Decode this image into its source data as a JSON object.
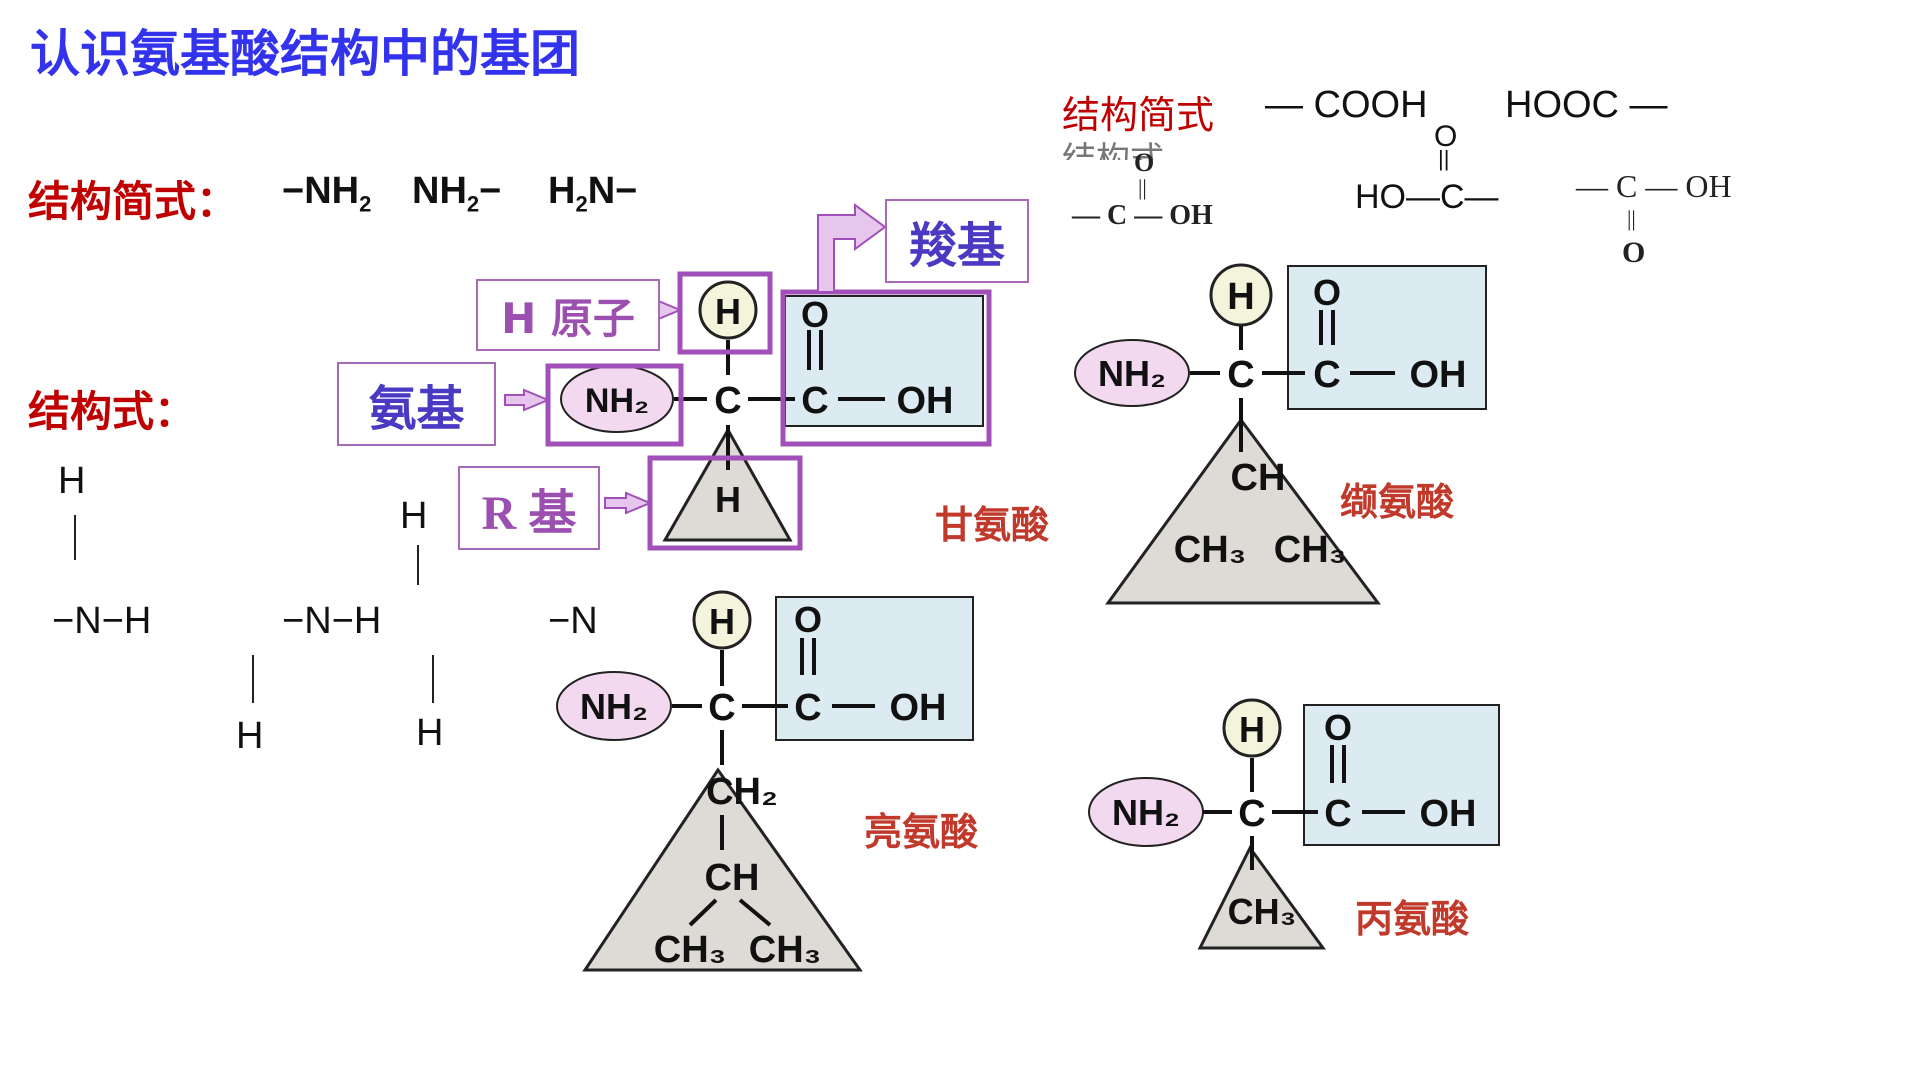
{
  "title": "认识氨基酸结构中的基团",
  "amino_simplified": {
    "label": "结构简式：",
    "forms": [
      "−NH₂",
      "NH₂−",
      "H₂N−"
    ]
  },
  "amino_structural": {
    "label": "结构式：",
    "h_labels": [
      "H",
      "H",
      "H",
      "H"
    ],
    "forms": [
      "−N−H",
      "−N−H",
      "−N"
    ]
  },
  "carboxyl_panel": {
    "simplified_label": "结构简式",
    "structural_label": "结构式",
    "simplified_forms": [
      "— COOH",
      "HOOC —"
    ],
    "structural_forms": [
      "— C — OH",
      "HO—C—",
      "— C — OH"
    ],
    "o_label": "O"
  },
  "group_labels": {
    "carboxyl": "羧基",
    "h_atom": "H 原子",
    "amino": "氨基",
    "r_group": "R 基"
  },
  "molecule_atoms": {
    "H": "H",
    "NH2": "NH₂",
    "C": "C",
    "O": "O",
    "OH": "OH",
    "CH": "CH",
    "CH2": "CH₂",
    "CH3": "CH₃"
  },
  "amino_acids": [
    {
      "name": "甘氨酸",
      "r_group": [
        "H"
      ]
    },
    {
      "name": "缬氨酸",
      "r_group": [
        "CH",
        "CH₃",
        "CH₃"
      ]
    },
    {
      "name": "亮氨酸",
      "r_group": [
        "CH₂",
        "CH",
        "CH₃",
        "CH₃"
      ]
    },
    {
      "name": "丙氨酸",
      "r_group": [
        "CH₃"
      ]
    }
  ],
  "colors": {
    "title": "#3333ee",
    "label_red": "#c00000",
    "highlight_purple": "#a050b8",
    "nh2_fill": "#f3d9ef",
    "carboxyl_fill": "#dcebf2",
    "triangle_fill": "#dedad6",
    "h_fill": "#f4f4dc",
    "acid_name": "#c0392b"
  }
}
